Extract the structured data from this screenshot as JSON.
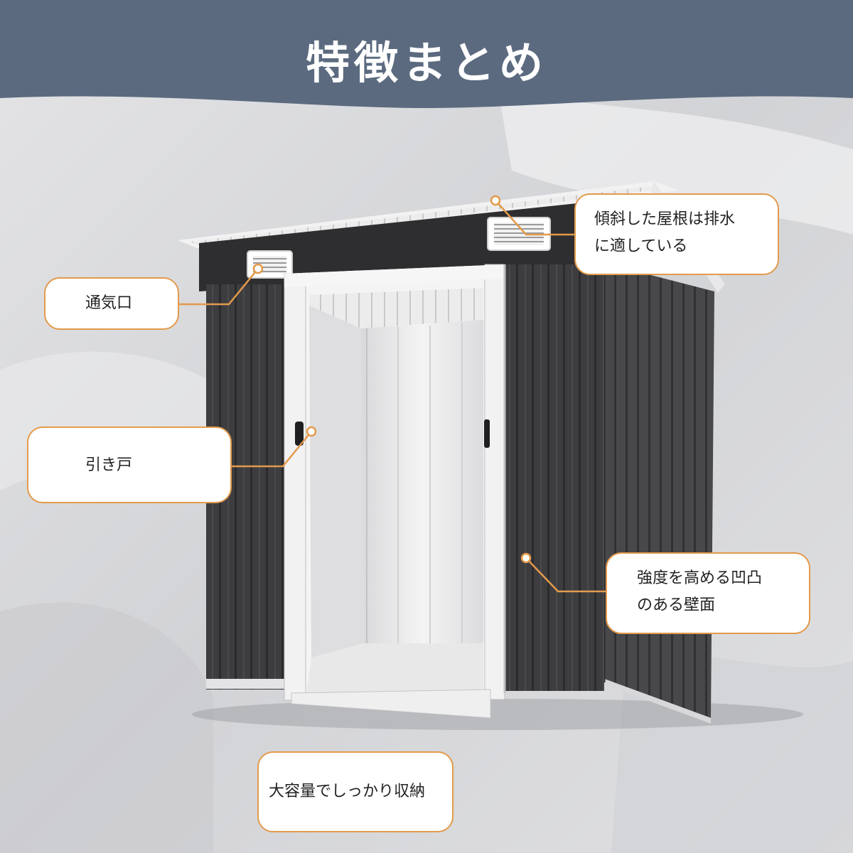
{
  "header": {
    "title": "特徴まとめ"
  },
  "callouts": {
    "roof": {
      "line1": "傾斜した屋根は排水",
      "line2": "に適している"
    },
    "vent": {
      "label": "通気口"
    },
    "door": {
      "label": "引き戸"
    },
    "wall": {
      "line1": "強度を高める凹凸",
      "line2": "のある壁面"
    },
    "capacity": {
      "label": "大容量でしっかり収納"
    }
  },
  "colors": {
    "header_band": "#5b6a7f",
    "accent": "#e39a4b",
    "shed_body": "#3b3b3d",
    "trim": "#eeeeee"
  }
}
